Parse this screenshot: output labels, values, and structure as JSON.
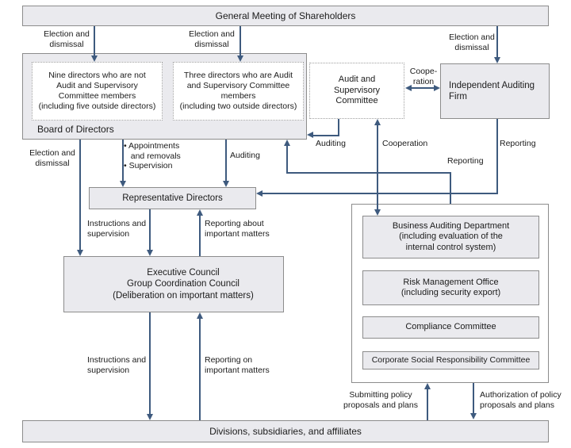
{
  "colors": {
    "arrow": "#3e5a7e",
    "node_fill": "#eaeaee",
    "node_border": "#8c8c8c",
    "dotted_border": "#9f9f9f",
    "text": "#1b1b1b"
  },
  "nodes": {
    "general_meeting": "General Meeting of Shareholders",
    "board_label": "Board of Directors",
    "directors_not_audit": "Nine directors who are not\nAudit and Supervisory\nCommittee members\n(including five outside directors)",
    "directors_audit": "Three directors who are Audit\nand Supervisory Committee\nmembers\n(including two outside directors)",
    "audit_committee": "Audit and\nSupervisory\nCommittee",
    "independent_firm": "Independent Auditing\nFirm",
    "representative_directors": "Representative Directors",
    "executive_council": "Executive Council\nGroup Coordination Council\n(Deliberation on important matters)",
    "business_auditing": "Business Auditing Department\n(including evaluation of the\ninternal control system)",
    "risk_management": "Risk Management Office\n(including security export)",
    "compliance": "Compliance Committee",
    "csr": "Corporate Social Responsibility Committee",
    "divisions": "Divisions, subsidiaries, and affiliates"
  },
  "edge_labels": {
    "election_dismissal_left": "Election and\ndismissal",
    "election_dismissal_mid": "Election and\ndismissal",
    "election_dismissal_right": "Election and\ndismissal",
    "election_dismissal_board": "Election and\ndismissal",
    "appointments": "• Appointments\n   and removals\n• Supervision",
    "auditing_to_rd": "Auditing",
    "auditing_to_board": "Auditing",
    "cooperation_vertical": "Cooperation",
    "cooperation_horizontal": "Coope-\nration",
    "reporting_firm": "Reporting",
    "reporting_to_board": "Reporting",
    "instructions_upper": "Instructions and\nsupervision",
    "reporting_about": "Reporting about\nimportant matters",
    "instructions_lower": "Instructions and\nsupervision",
    "reporting_on": "Reporting on\nimportant matters",
    "submitting_policy": "Submitting policy\nproposals and plans",
    "authorization_policy": "Authorization of policy\nproposals and plans"
  }
}
